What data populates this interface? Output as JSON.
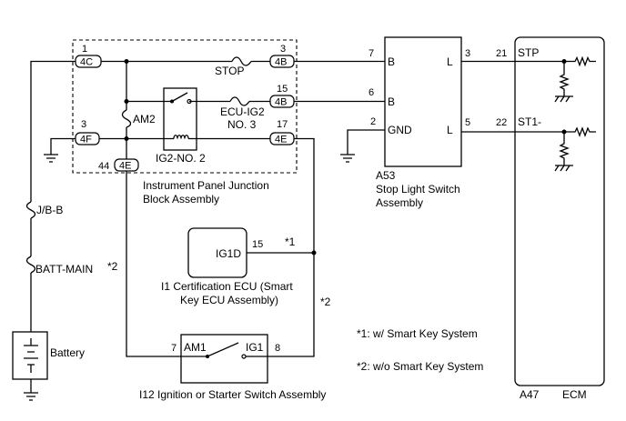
{
  "junction_block": {
    "name_line1": "Instrument Panel Junction",
    "name_line2": "Block Assembly",
    "connectors": {
      "c4C": "4C",
      "c4B_top": "4B",
      "c4B_mid": "4B",
      "c4F": "4F",
      "c4E_right": "4E",
      "c4E_bottom": "4E"
    },
    "pins": {
      "p4C": "1",
      "p4B_top": "3",
      "p4B_mid": "15",
      "p4F": "3",
      "p4E_right": "17",
      "p4E_bottom": "44"
    },
    "fuses": {
      "stop": "STOP",
      "ecu_ig2_1": "ECU-IG2",
      "ecu_ig2_2": "NO. 3",
      "am2": "AM2"
    },
    "relay": "IG2-NO. 2"
  },
  "stop_switch": {
    "code": "A53",
    "name_line1": "Stop Light Switch",
    "name_line2": "Assembly",
    "terminals": {
      "b1": "B",
      "b2": "B",
      "gnd": "GND",
      "l1": "L",
      "l2": "L"
    },
    "pins": {
      "p7": "7",
      "p6": "6",
      "p2": "2",
      "p3": "3",
      "p5": "5"
    }
  },
  "ecm": {
    "code": "A47",
    "name": "ECM",
    "terminals": {
      "stp": "STP",
      "st1": "ST1-"
    },
    "pins": {
      "p21": "21",
      "p22": "22"
    }
  },
  "certification_ecu": {
    "terminal": "IG1D",
    "pin": "15",
    "name_line1": "I1  Certification ECU (Smart",
    "name_line2": "Key ECU Assembly)"
  },
  "ignition_switch": {
    "terminals": {
      "am1": "AM1",
      "ig1": "IG1"
    },
    "pins": {
      "p7": "7",
      "p8": "8"
    },
    "name": "I12 Ignition or Starter Switch Assembly"
  },
  "fuses_left": {
    "jb": "J/B-B",
    "batt_main": "BATT-MAIN"
  },
  "battery": "Battery",
  "notes": {
    "mark1": "*1",
    "mark2_left": "*2",
    "mark2_right": "*2",
    "note1": "*1: w/ Smart Key System",
    "note2": "*2: w/o Smart Key System"
  }
}
